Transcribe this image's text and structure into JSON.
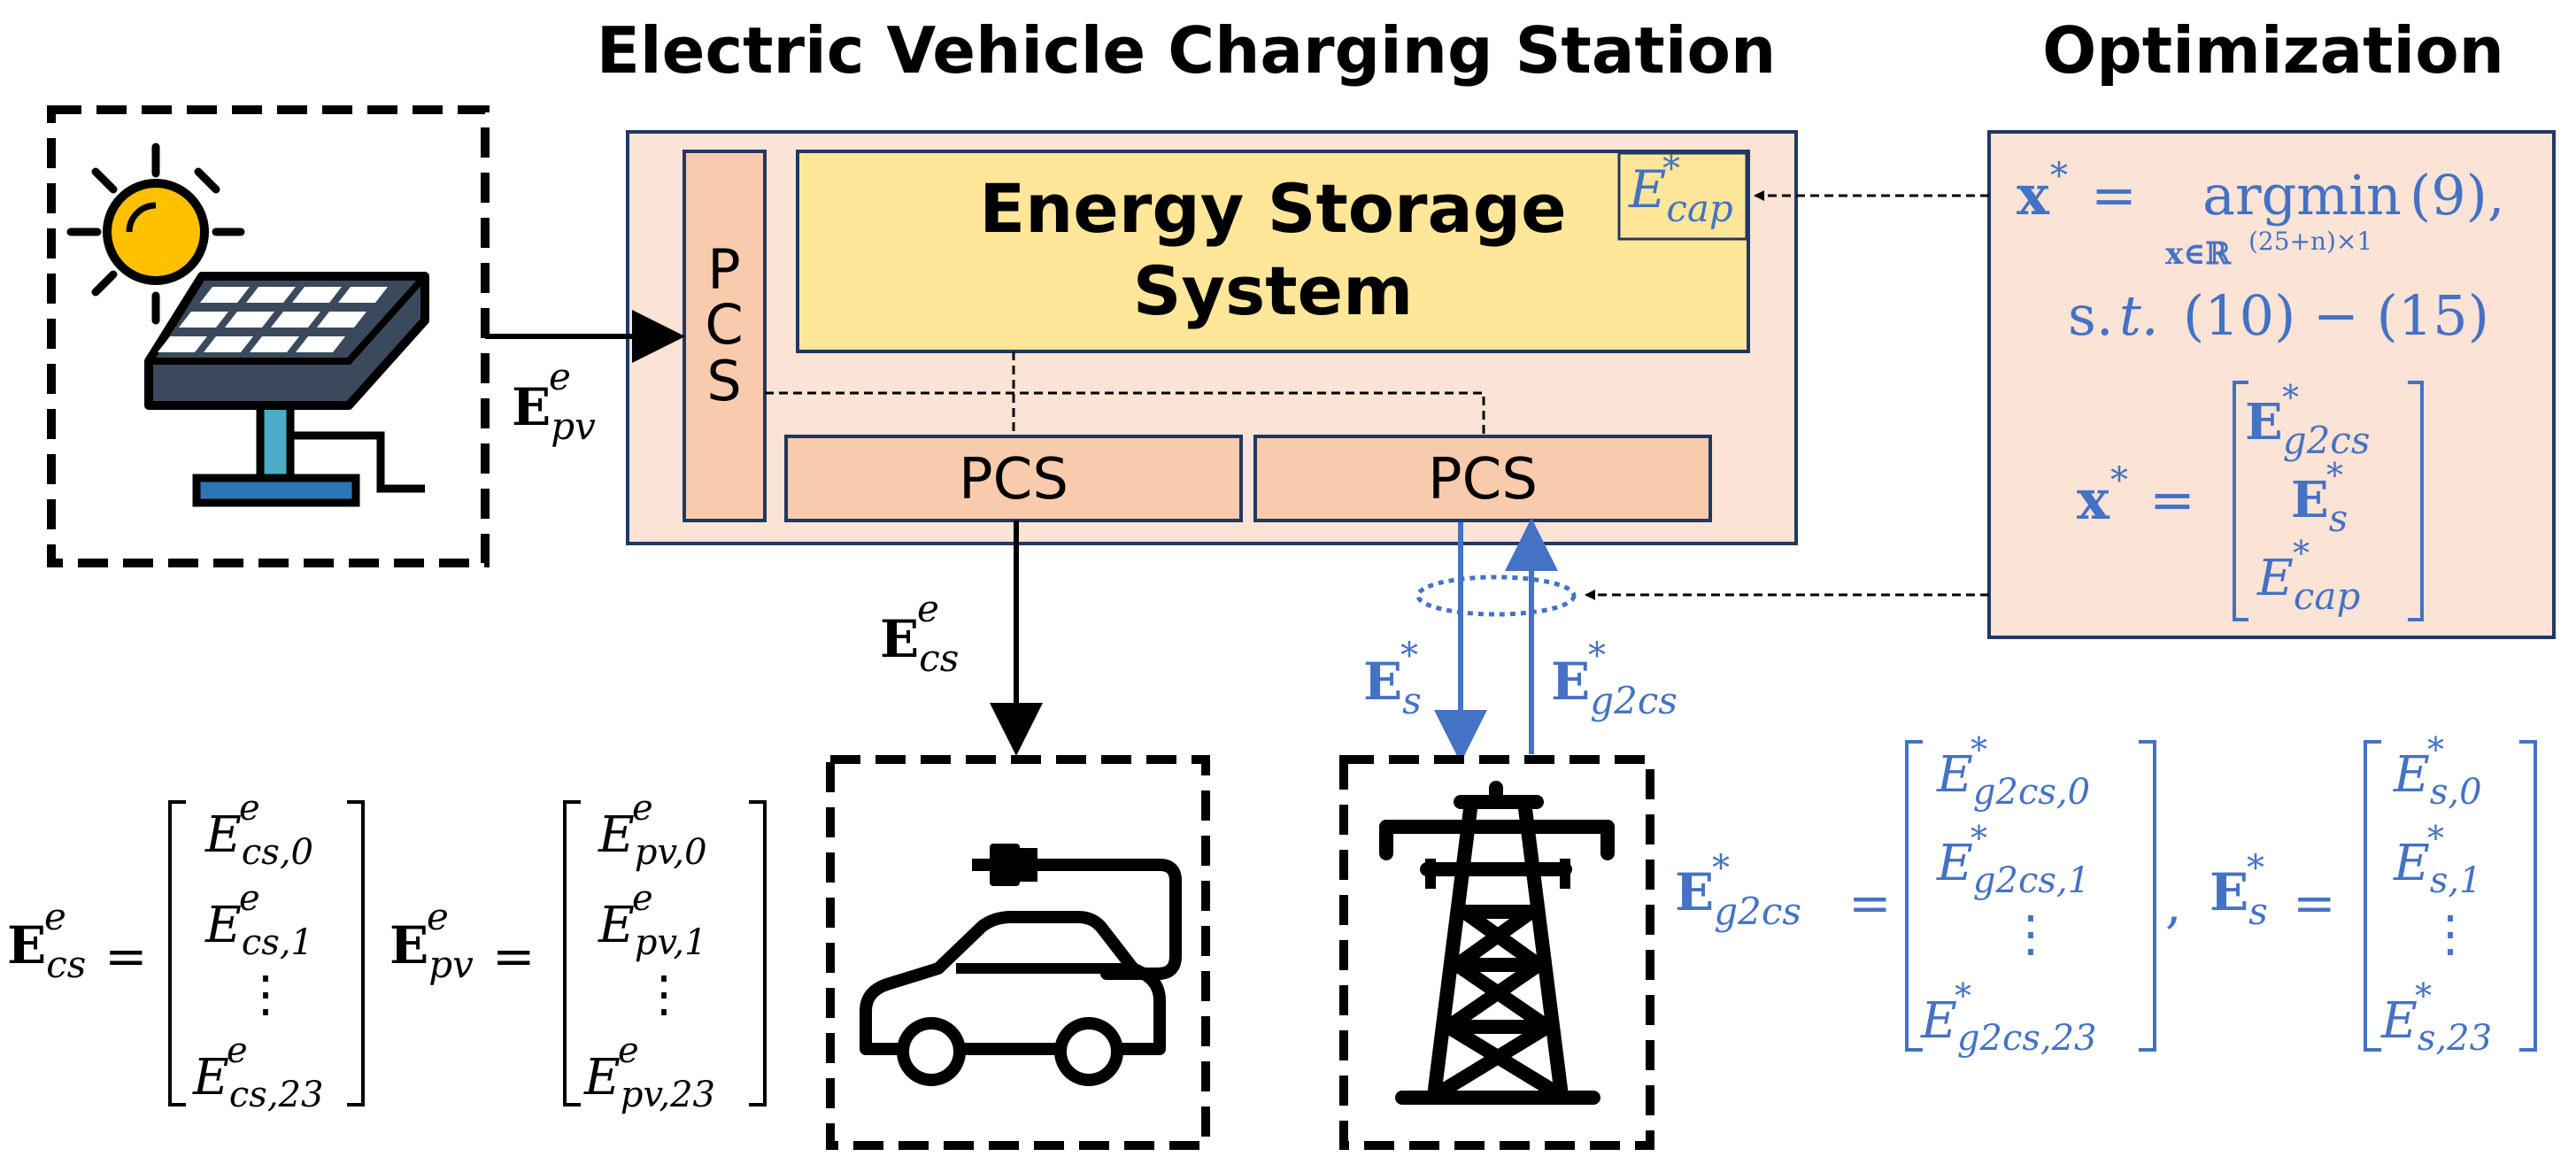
{
  "titles": {
    "station": "Electric Vehicle Charging Station",
    "optimization": "Optimization"
  },
  "ess": {
    "label_line1": "Energy Storage",
    "label_line2": "System",
    "cap_E": "E",
    "cap_sup": "*",
    "cap_sub": "cap"
  },
  "pcs": {
    "left_vertical": [
      "P",
      "C",
      "S"
    ],
    "bottom_left": "PCS",
    "bottom_right": "PCS"
  },
  "flows": {
    "pv": {
      "E": "E",
      "sup": "e",
      "sub": "pv"
    },
    "cs": {
      "E": "E",
      "sup": "e",
      "sub": "cs"
    },
    "s": {
      "E": "E",
      "sup": "*",
      "sub": "s"
    },
    "g2cs": {
      "E": "E",
      "sup": "*",
      "sub": "g2cs"
    }
  },
  "optimization": {
    "x": "x",
    "star": "*",
    "equals": "=",
    "argmin": "argmin",
    "argmin_ref": "(9),",
    "argmin_sub": "x∈ℝ",
    "argmin_sub_exp": "(25+n)×1",
    "st_s": "s.",
    "st_t": "t.",
    "st_rest": "(10) − (15)",
    "vector": [
      {
        "E": "E",
        "sup": "*",
        "sub": "g2cs"
      },
      {
        "E": "E",
        "sup": "*",
        "sub": "s"
      },
      {
        "E": "E",
        "sup": "*",
        "sub": "cap"
      }
    ]
  },
  "vectors": {
    "cs": {
      "lhs": {
        "E": "E",
        "sup": "e",
        "sub": "cs"
      },
      "entries": [
        {
          "E": "E",
          "sup": "e",
          "sub": "cs,0"
        },
        {
          "E": "E",
          "sup": "e",
          "sub": "cs,1"
        },
        {
          "dots": "⋮"
        },
        {
          "E": "E",
          "sup": "e",
          "sub": "cs,23"
        }
      ]
    },
    "pv": {
      "lhs": {
        "E": "E",
        "sup": "e",
        "sub": "pv"
      },
      "entries": [
        {
          "E": "E",
          "sup": "e",
          "sub": "pv,0"
        },
        {
          "E": "E",
          "sup": "e",
          "sub": "pv,1"
        },
        {
          "dots": "⋮"
        },
        {
          "E": "E",
          "sup": "e",
          "sub": "pv,23"
        }
      ]
    },
    "g2cs": {
      "lhs": {
        "E": "E",
        "sup": "*",
        "sub": "g2cs"
      },
      "entries": [
        {
          "E": "E",
          "sup": "*",
          "sub": "g2cs,0"
        },
        {
          "E": "E",
          "sup": "*",
          "sub": "g2cs,1"
        },
        {
          "dots": "⋮"
        },
        {
          "E": "E",
          "sup": "*",
          "sub": "g2cs,23"
        }
      ],
      "comma": ","
    },
    "s": {
      "lhs": {
        "E": "E",
        "sup": "*",
        "sub": "s"
      },
      "entries": [
        {
          "E": "E",
          "sup": "*",
          "sub": "s,0"
        },
        {
          "E": "E",
          "sup": "*",
          "sub": "s,1"
        },
        {
          "dots": "⋮"
        },
        {
          "E": "E",
          "sup": "*",
          "sub": "s,23"
        }
      ]
    },
    "equals": "="
  },
  "colors": {
    "station_fill": "#fbe3d6",
    "ess_fill": "#ffe699",
    "pcs_fill": "#f8cbad",
    "border_navy": "#1f3864",
    "accent_blue": "#4472c4",
    "sun_fill": "#ffc000"
  },
  "icons": [
    "solar-panel-icon",
    "electric-car-icon",
    "power-tower-icon"
  ]
}
